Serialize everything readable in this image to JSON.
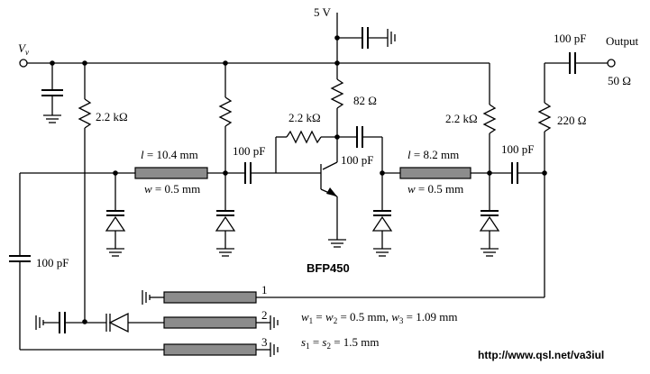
{
  "labels": {
    "supply": "5 V",
    "vv": "V",
    "vv_sub": "v",
    "output": "Output",
    "output_imp": "50 Ω",
    "cap_output": "100 pF",
    "r_bias1": "2.2 kΩ",
    "r_collector": "82 Ω",
    "r_feedback": "2.2 kΩ",
    "r_bias3": "2.2 kΩ",
    "r_output": "220 Ω",
    "cap_in": "100 pF",
    "cap_col": "100 pF",
    "cap_mid": "100 pF",
    "cap_left": "100 pF",
    "tline1_l_sym": "l",
    "tline1_l_val": " = 10.4 mm",
    "tline1_w_sym": "w",
    "tline1_w_val": " = 0.5 mm",
    "tline2_l_sym": "l",
    "tline2_l_val": " = 8.2 mm",
    "tline2_w_sym": "w",
    "tline2_w_val": " = 0.5 mm",
    "transistor": "BFP450",
    "coupled_1": "1",
    "coupled_2": "2",
    "coupled_3": "3",
    "w_sym1": "w",
    "w_sub1": "1",
    "w_eq1": " = ",
    "w_sym2": "w",
    "w_sub2": "2",
    "w_eq2": " = 0.5 mm, ",
    "w_sym3": "w",
    "w_sub3": "3",
    "w_eq3": " = 1.09 mm",
    "s_sym1": "s",
    "s_sub1": "1",
    "s_eq1": " = ",
    "s_sym2": "s",
    "s_sub2": "2",
    "s_eq2": " = 1.5 mm",
    "url": "http://www.qsl.net/va3iul"
  }
}
